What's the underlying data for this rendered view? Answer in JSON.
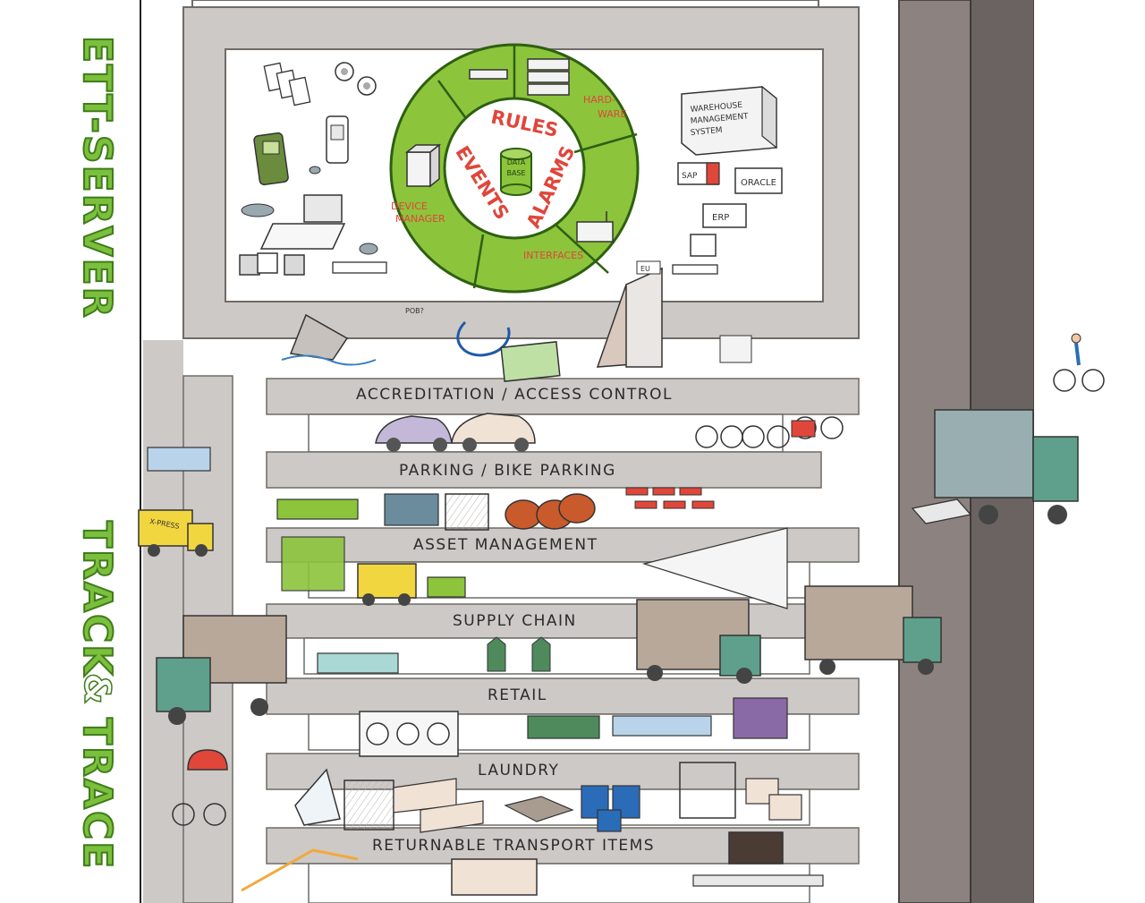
{
  "titles": {
    "ett_server": "ETT-SERVER",
    "track": "TRACK",
    "amp": "&",
    "trace": "TRACE"
  },
  "server_ring": {
    "core": [
      "RULES",
      "EVENTS",
      "ALARMS"
    ],
    "database": [
      "DATA",
      "BASE"
    ],
    "hardware": [
      "HARD-",
      "WARE"
    ],
    "device_manager": [
      "DEVICE",
      "MANAGER"
    ],
    "interfaces": "INTERFACES"
  },
  "systems": {
    "wms": [
      "WAREHOUSE",
      "MANAGEMENT",
      "SYSTEM"
    ],
    "sap": "SAP",
    "oracle": "ORACLE",
    "erp": "ERP"
  },
  "labels": {
    "pob": "POB?",
    "eu": "EU",
    "xpress": "X-PRESS"
  },
  "lanes": [
    "ACCREDITATION / ACCESS CONTROL",
    "PARKING / BIKE PARKING",
    "ASSET MANAGEMENT",
    "SUPPLY CHAIN",
    "RETAIL",
    "LAUNDRY",
    "RETURNABLE TRANSPORT ITEMS"
  ],
  "colors": {
    "road": "#cdc9c6",
    "road_edge": "#7a7672",
    "highway": "#8c8381",
    "highway_dark": "#6b6361",
    "ring_green": "#8cc43c",
    "ring_edge": "#3e7d1a",
    "core_text": "#e0463a",
    "title_green": "#7bbf3c"
  }
}
